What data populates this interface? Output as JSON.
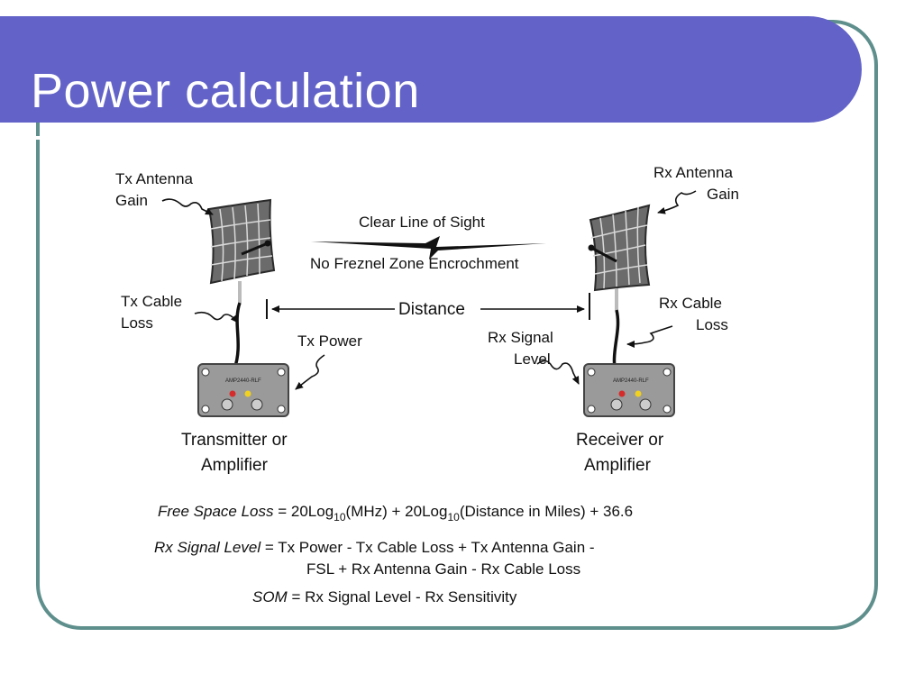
{
  "title": "Power calculation",
  "labels": {
    "tx_antenna_gain_1": "Tx Antenna",
    "tx_antenna_gain_2": "Gain",
    "rx_antenna_gain_1": "Rx Antenna",
    "rx_antenna_gain_2": "Gain",
    "clear_line_of_sight": "Clear Line of Sight",
    "no_freznel": "No Freznel Zone Encrochment",
    "distance": "Distance",
    "tx_cable_loss_1": "Tx Cable",
    "tx_cable_loss_2": "Loss",
    "rx_cable_loss_1": "Rx Cable",
    "rx_cable_loss_2": "Loss",
    "tx_power": "Tx Power",
    "rx_signal_level_1": "Rx Signal",
    "rx_signal_level_2": "Level",
    "transmitter_1": "Transmitter or",
    "transmitter_2": "Amplifier",
    "receiver_1": "Receiver or",
    "receiver_2": "Amplifier",
    "tx_device_model": "AMP2440-RLF",
    "rx_device_model": "AMP2440-RLF"
  },
  "equations": {
    "fsl_var": "Free Space Loss",
    "fsl_eq1": " = 20Log",
    "fsl_sub1": "10",
    "fsl_eq2": "(MHz) + 20Log",
    "fsl_sub2": "10",
    "fsl_eq3": "(Distance in Miles) + 36.6",
    "rsl_var": "Rx Signal Level",
    "rsl_eq1": " = Tx Power - Tx Cable Loss + Tx Antenna Gain -",
    "rsl_eq2": "FSL + Rx Antenna Gain - Rx Cable Loss",
    "som_var": "SOM",
    "som_eq": " = Rx Signal Level - Rx Sensitivity"
  },
  "colors": {
    "title_bar": "#6262c8",
    "frame_border": "#5e8f8c",
    "antenna": "#6b6b6b",
    "device_body": "#9a9a9a",
    "led_red": "#d62b2b",
    "led_yellow": "#f0d020"
  }
}
